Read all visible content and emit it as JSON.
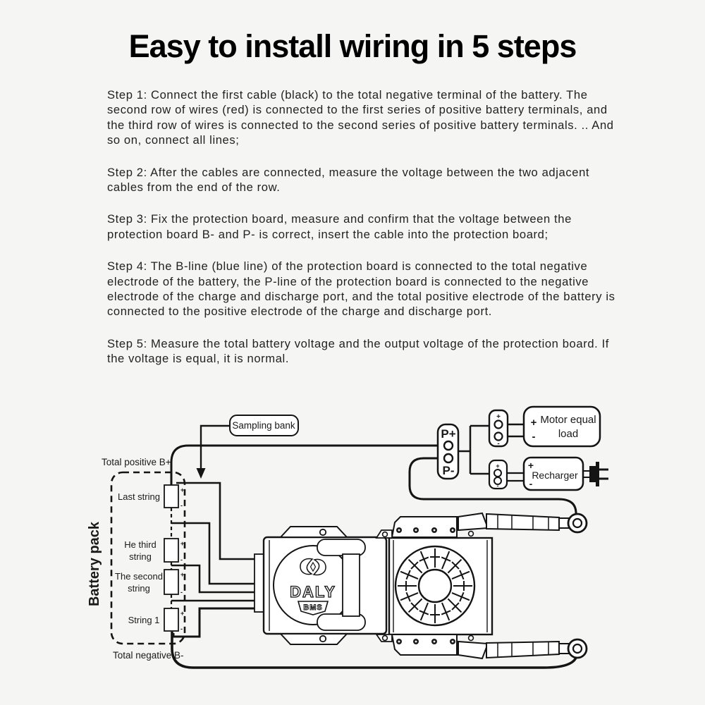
{
  "title": "Easy to install wiring in 5 steps",
  "steps": [
    "Step 1: Connect the first cable (black) to the total negative terminal of the battery. The second row of wires (red) is connected to the first series of positive battery terminals, and the third row of wires is connected to the second series of positive battery terminals. .. And so on, connect all lines;",
    "Step 2: After the cables are connected, measure the voltage between the two adjacent cables from the end of the row.",
    "Step 3: Fix the protection board, measure and confirm that the voltage between the protection board B- and P- is correct, insert the cable into the protection board;",
    "Step 4: The B-line (blue line) of the protection board is connected to the total negative electrode of the battery, the P-line of the protection board is connected to the negative electrode of the charge and discharge port, and the total positive electrode of the battery is connected to the positive electrode of the charge and discharge port.",
    "Step 5: Measure the total battery voltage and the output voltage of the protection board. If the voltage is equal, it is normal."
  ],
  "diagram": {
    "sampling_bank": "Sampling bank",
    "total_positive": "Total positive B+",
    "total_negative": "Total negative B-",
    "battery_pack": "Battery pack",
    "cells": [
      {
        "line1": "Last string",
        "line2": ""
      },
      {
        "line1": "He third",
        "line2": "string"
      },
      {
        "line1": "The second",
        "line2": "string"
      },
      {
        "line1": "String 1",
        "line2": ""
      }
    ],
    "pplus": "P+",
    "pminus": "P-",
    "motor_line1": "Motor equal",
    "motor_line2": "load",
    "recharger": "Recharger",
    "brand": "DALY",
    "brand_sub": "BMS",
    "plus_sign": "+",
    "minus_sign": "-",
    "colors": {
      "red": "#e8120e",
      "blue": "#2a7de1",
      "black": "#141414"
    }
  }
}
